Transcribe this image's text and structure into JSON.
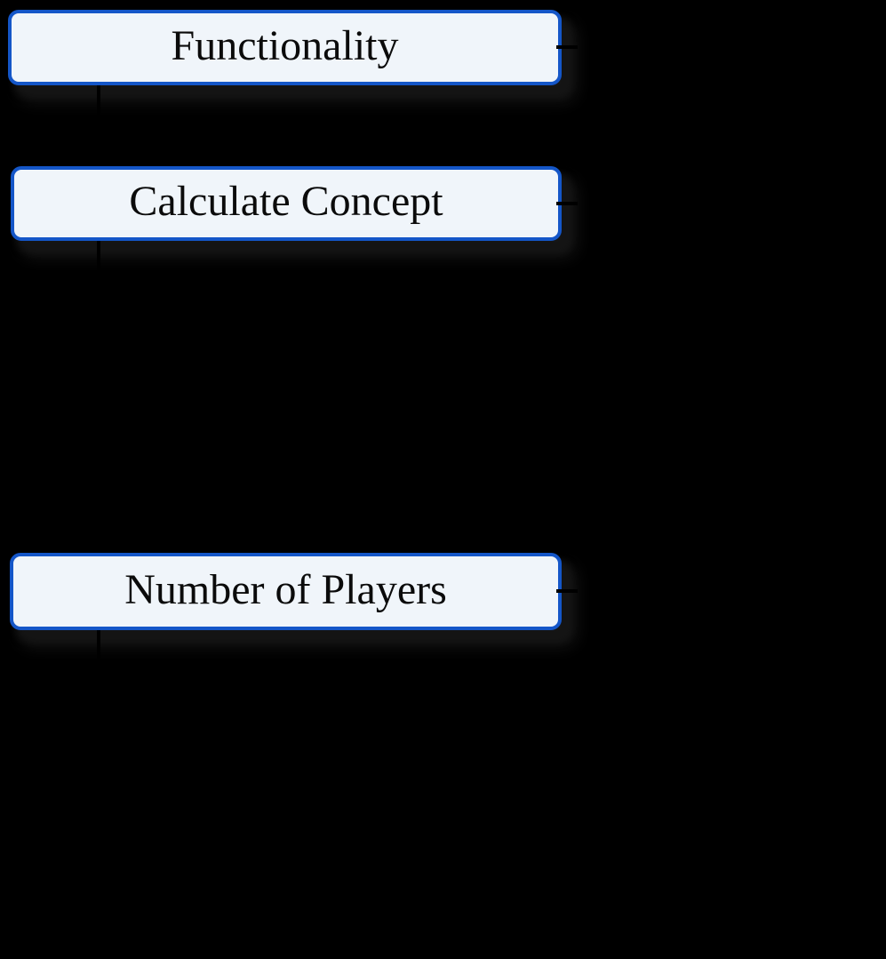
{
  "diagram": {
    "nodes": [
      {
        "id": "functionality",
        "label": "Functionality"
      },
      {
        "id": "calculate-concept",
        "label": "Calculate Concept"
      },
      {
        "id": "number-of-players",
        "label": "Number of Players"
      }
    ],
    "connectors": [
      {
        "from": "functionality",
        "direction": "right"
      },
      {
        "from": "calculate-concept",
        "direction": "right"
      },
      {
        "from": "number-of-players",
        "direction": "right"
      },
      {
        "from": "functionality",
        "to": "calculate-concept",
        "direction": "down"
      },
      {
        "from": "calculate-concept",
        "to": "number-of-players",
        "direction": "down"
      },
      {
        "from": "number-of-players",
        "direction": "down"
      }
    ]
  },
  "colors": {
    "canvas-bg": "#000000",
    "node-border": "#1456c8",
    "node-fill": "#f0f5fa",
    "node-text": "#0b0b0b",
    "node-shadow": "#151515",
    "connector": "#000000"
  }
}
